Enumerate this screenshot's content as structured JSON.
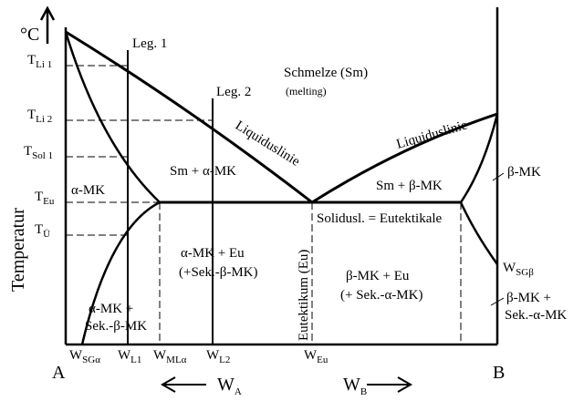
{
  "diagram": {
    "y_unit": "°C",
    "y_label": "Temperatur",
    "components": {
      "left": "A",
      "right": "B"
    },
    "composition_axes": {
      "wa": "W",
      "wa_sub": "A",
      "wb": "W",
      "wb_sub": "B"
    },
    "temperature_ticks": [
      {
        "base": "T",
        "sub": "Li 1"
      },
      {
        "base": "T",
        "sub": "Li 2"
      },
      {
        "base": "T",
        "sub": "Sol 1"
      },
      {
        "base": "T",
        "sub": "Eu"
      },
      {
        "base": "T",
        "sub": "Ü"
      }
    ],
    "composition_ticks": [
      {
        "base": "W",
        "sub": "SGα"
      },
      {
        "base": "W",
        "sub": "L1"
      },
      {
        "base": "W",
        "sub": "MLα"
      },
      {
        "base": "W",
        "sub": "L2"
      },
      {
        "base": "W",
        "sub": "Eu"
      }
    ],
    "alloy_lines": {
      "leg1": "Leg. 1",
      "leg2": "Leg. 2"
    },
    "regions": {
      "melt": "Schmelze (Sm)",
      "melt_note": "(melting)",
      "sm_alpha": "Sm + α-MK",
      "sm_beta": "Sm + β-MK",
      "alpha": "α-MK",
      "beta": "β-MK",
      "alpha_eu_1": "α-MK + Eu",
      "alpha_eu_2": "(+Sek.-β-MK)",
      "beta_eu_1": "β-MK + Eu",
      "beta_eu_2": "(+ Sek.-α-MK)",
      "alpha_sek_1": "α-MK +",
      "alpha_sek_2": "Sek.-β-MK",
      "beta_sek_1": "β-MK +",
      "beta_sek_2": "Sek.-α-MK"
    },
    "lines": {
      "liquidus_left": "Liquiduslinie",
      "liquidus_right": "Liquiduslinie",
      "solidus": "Solidusl. = Eutektikale",
      "eutectic": "Eutektikum (Eu)",
      "wsg_beta_base": "W",
      "wsg_beta_sub": "SGβ"
    }
  }
}
